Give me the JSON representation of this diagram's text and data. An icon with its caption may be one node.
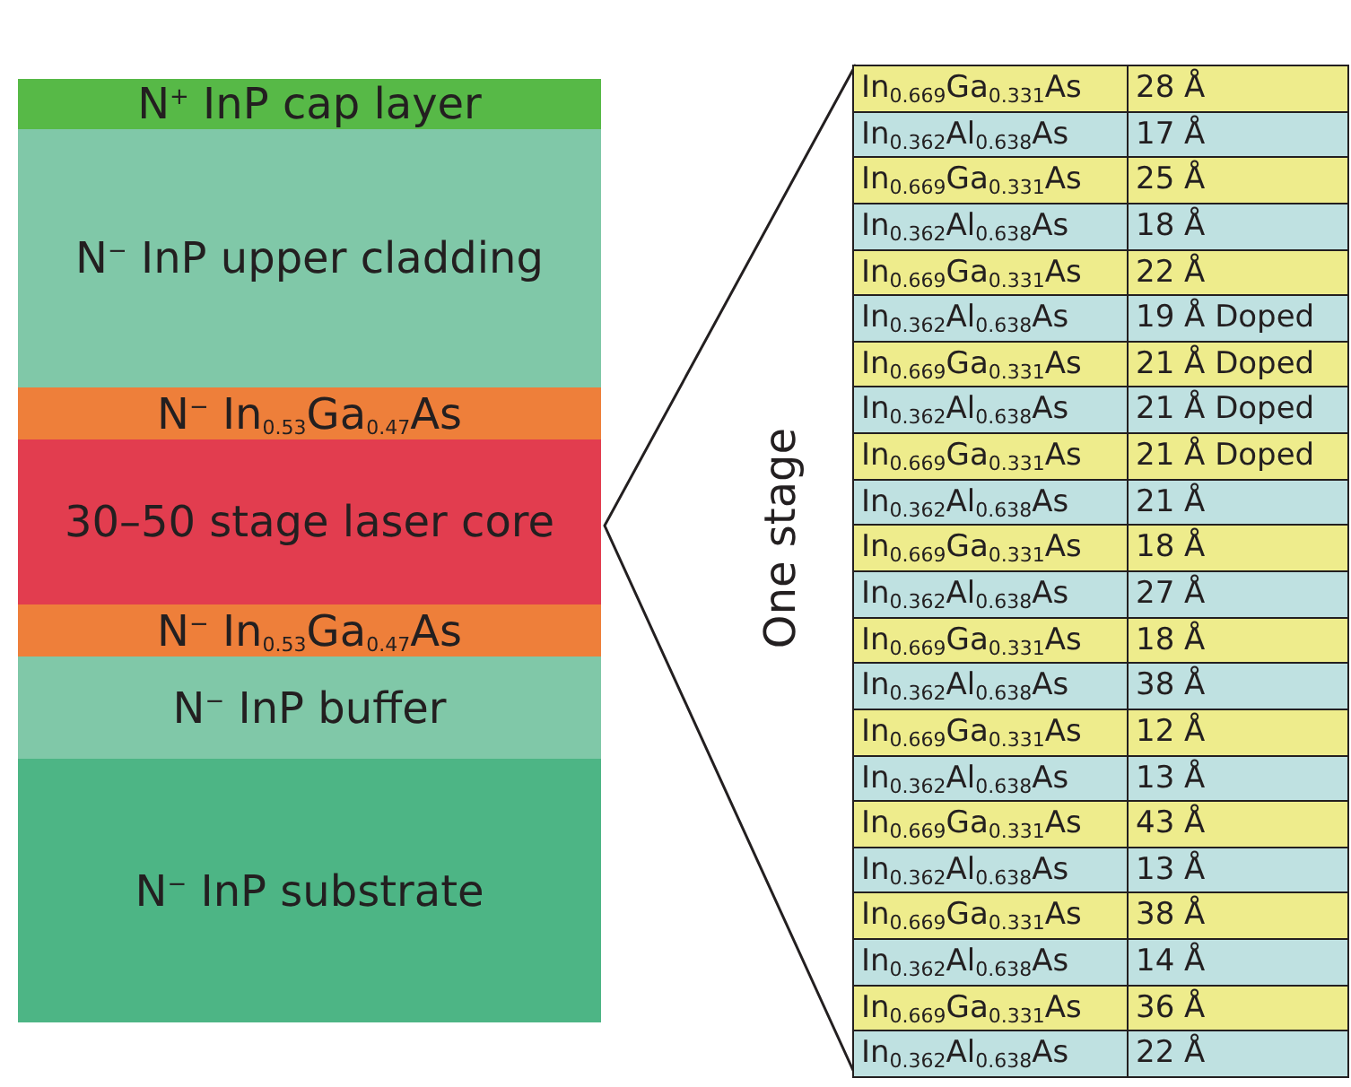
{
  "diagram": {
    "nodes": [
      {
        "text": [
          "N$^{+}$ InP cap layer"
        ]
      },
      {
        "text": [
          "N$^{−}$ InP upper cladding"
        ]
      },
      {
        "text": [
          "N$^{−}$ In$_{0.53}$Ga$_{0.47}$As"
        ]
      },
      {
        "text": [
          "30–50 stage laser core"
        ]
      },
      {
        "text": [
          "N$^{−}$ In$_{0.53}$Ga$_{0.47}$As"
        ]
      },
      {
        "text": [
          "N$^{−}$ InP buffer"
        ]
      },
      {
        "text": [
          "N$^{−}$ InP substrate"
        ]
      }
    ],
    "labels": [
      "One stage",
      "In$_{0.669}$Ga$_{0.331}$As",
      "28 Å",
      "In$_{0.362}$Al$_{0.638}$As",
      "17 Å",
      "In$_{0.669}$Ga$_{0.331}$As",
      "25 Å",
      "In$_{0.362}$Al$_{0.638}$As",
      "18 Å",
      "In$_{0.669}$Ga$_{0.331}$As",
      "22 Å",
      "In$_{0.362}$Al$_{0.638}$As",
      "19 Å Doped",
      "In$_{0.669}$Ga$_{0.331}$As",
      "21 Å Doped",
      "In$_{0.362}$Al$_{0.638}$As",
      "21 Å Doped",
      "In$_{0.669}$Ga$_{0.331}$As",
      "21 Å Doped",
      "In$_{0.362}$Al$_{0.638}$As",
      "21 Å",
      "In$_{0.669}$Ga$_{0.331}$As",
      "18 Å",
      "In$_{0.362}$Al$_{0.638}$As",
      "27 Å",
      "In$_{0.669}$Ga$_{0.331}$As",
      "18 Å",
      "In$_{0.362}$Al$_{0.638}$As",
      "38 Å",
      "In$_{0.669}$Ga$_{0.331}$As",
      "12 Å",
      "In$_{0.362}$Al$_{0.638}$As",
      "13 Å",
      "In$_{0.669}$Ga$_{0.331}$As",
      "43 Å",
      "In$_{0.362}$Al$_{0.638}$As",
      "13 Å",
      "In$_{0.669}$Ga$_{0.331}$As",
      "38 Å",
      "In$_{0.362}$Al$_{0.638}$As",
      "14 Å",
      "In$_{0.669}$Ga$_{0.331}$As",
      "36 Å",
      "In$_{0.362}$Al$_{0.638}$As",
      "22 Å"
    ]
  }
}
